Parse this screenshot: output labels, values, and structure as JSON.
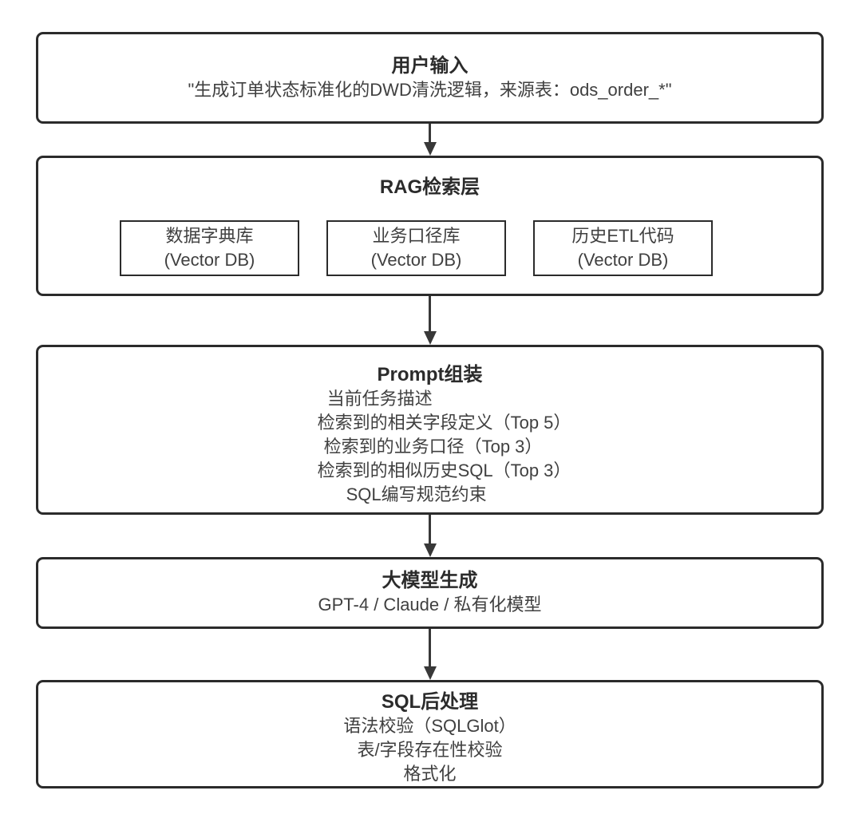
{
  "diagram": {
    "type": "flowchart",
    "direction": "top-down",
    "colors": {
      "background": "#ffffff",
      "node_border": "#2b2b2b",
      "title_text": "#2b2b2b",
      "body_text": "#404040",
      "arrow": "#383838"
    },
    "nodes": [
      {
        "id": "user-input",
        "title": "用户输入",
        "lines": [
          "\"生成订单状态标准化的DWD清洗逻辑，来源表：ods_order_*\""
        ]
      },
      {
        "id": "rag-retrieval-layer",
        "title": "RAG检索层",
        "children": [
          {
            "name": "数据字典库",
            "sub": "(Vector DB)"
          },
          {
            "name": "业务口径库",
            "sub": "(Vector DB)"
          },
          {
            "name": "历史ETL代码",
            "sub": "(Vector DB)"
          }
        ]
      },
      {
        "id": "prompt-assembly",
        "title": "Prompt组装",
        "lines": [
          "当前任务描述",
          "检索到的相关字段定义（Top 5）",
          "检索到的业务口径（Top 3）",
          "检索到的相似历史SQL（Top 3）",
          "SQL编写规范约束"
        ]
      },
      {
        "id": "llm-generation",
        "title": "大模型生成",
        "lines": [
          "GPT-4 / Claude / 私有化模型"
        ]
      },
      {
        "id": "sql-postprocessing",
        "title": "SQL后处理",
        "lines": [
          "语法校验（SQLGlot）",
          "表/字段存在性校验",
          "格式化"
        ]
      }
    ],
    "edges": [
      {
        "from": "user-input",
        "to": "rag-retrieval-layer"
      },
      {
        "from": "rag-retrieval-layer",
        "to": "prompt-assembly"
      },
      {
        "from": "prompt-assembly",
        "to": "llm-generation"
      },
      {
        "from": "llm-generation",
        "to": "sql-postprocessing"
      }
    ]
  }
}
